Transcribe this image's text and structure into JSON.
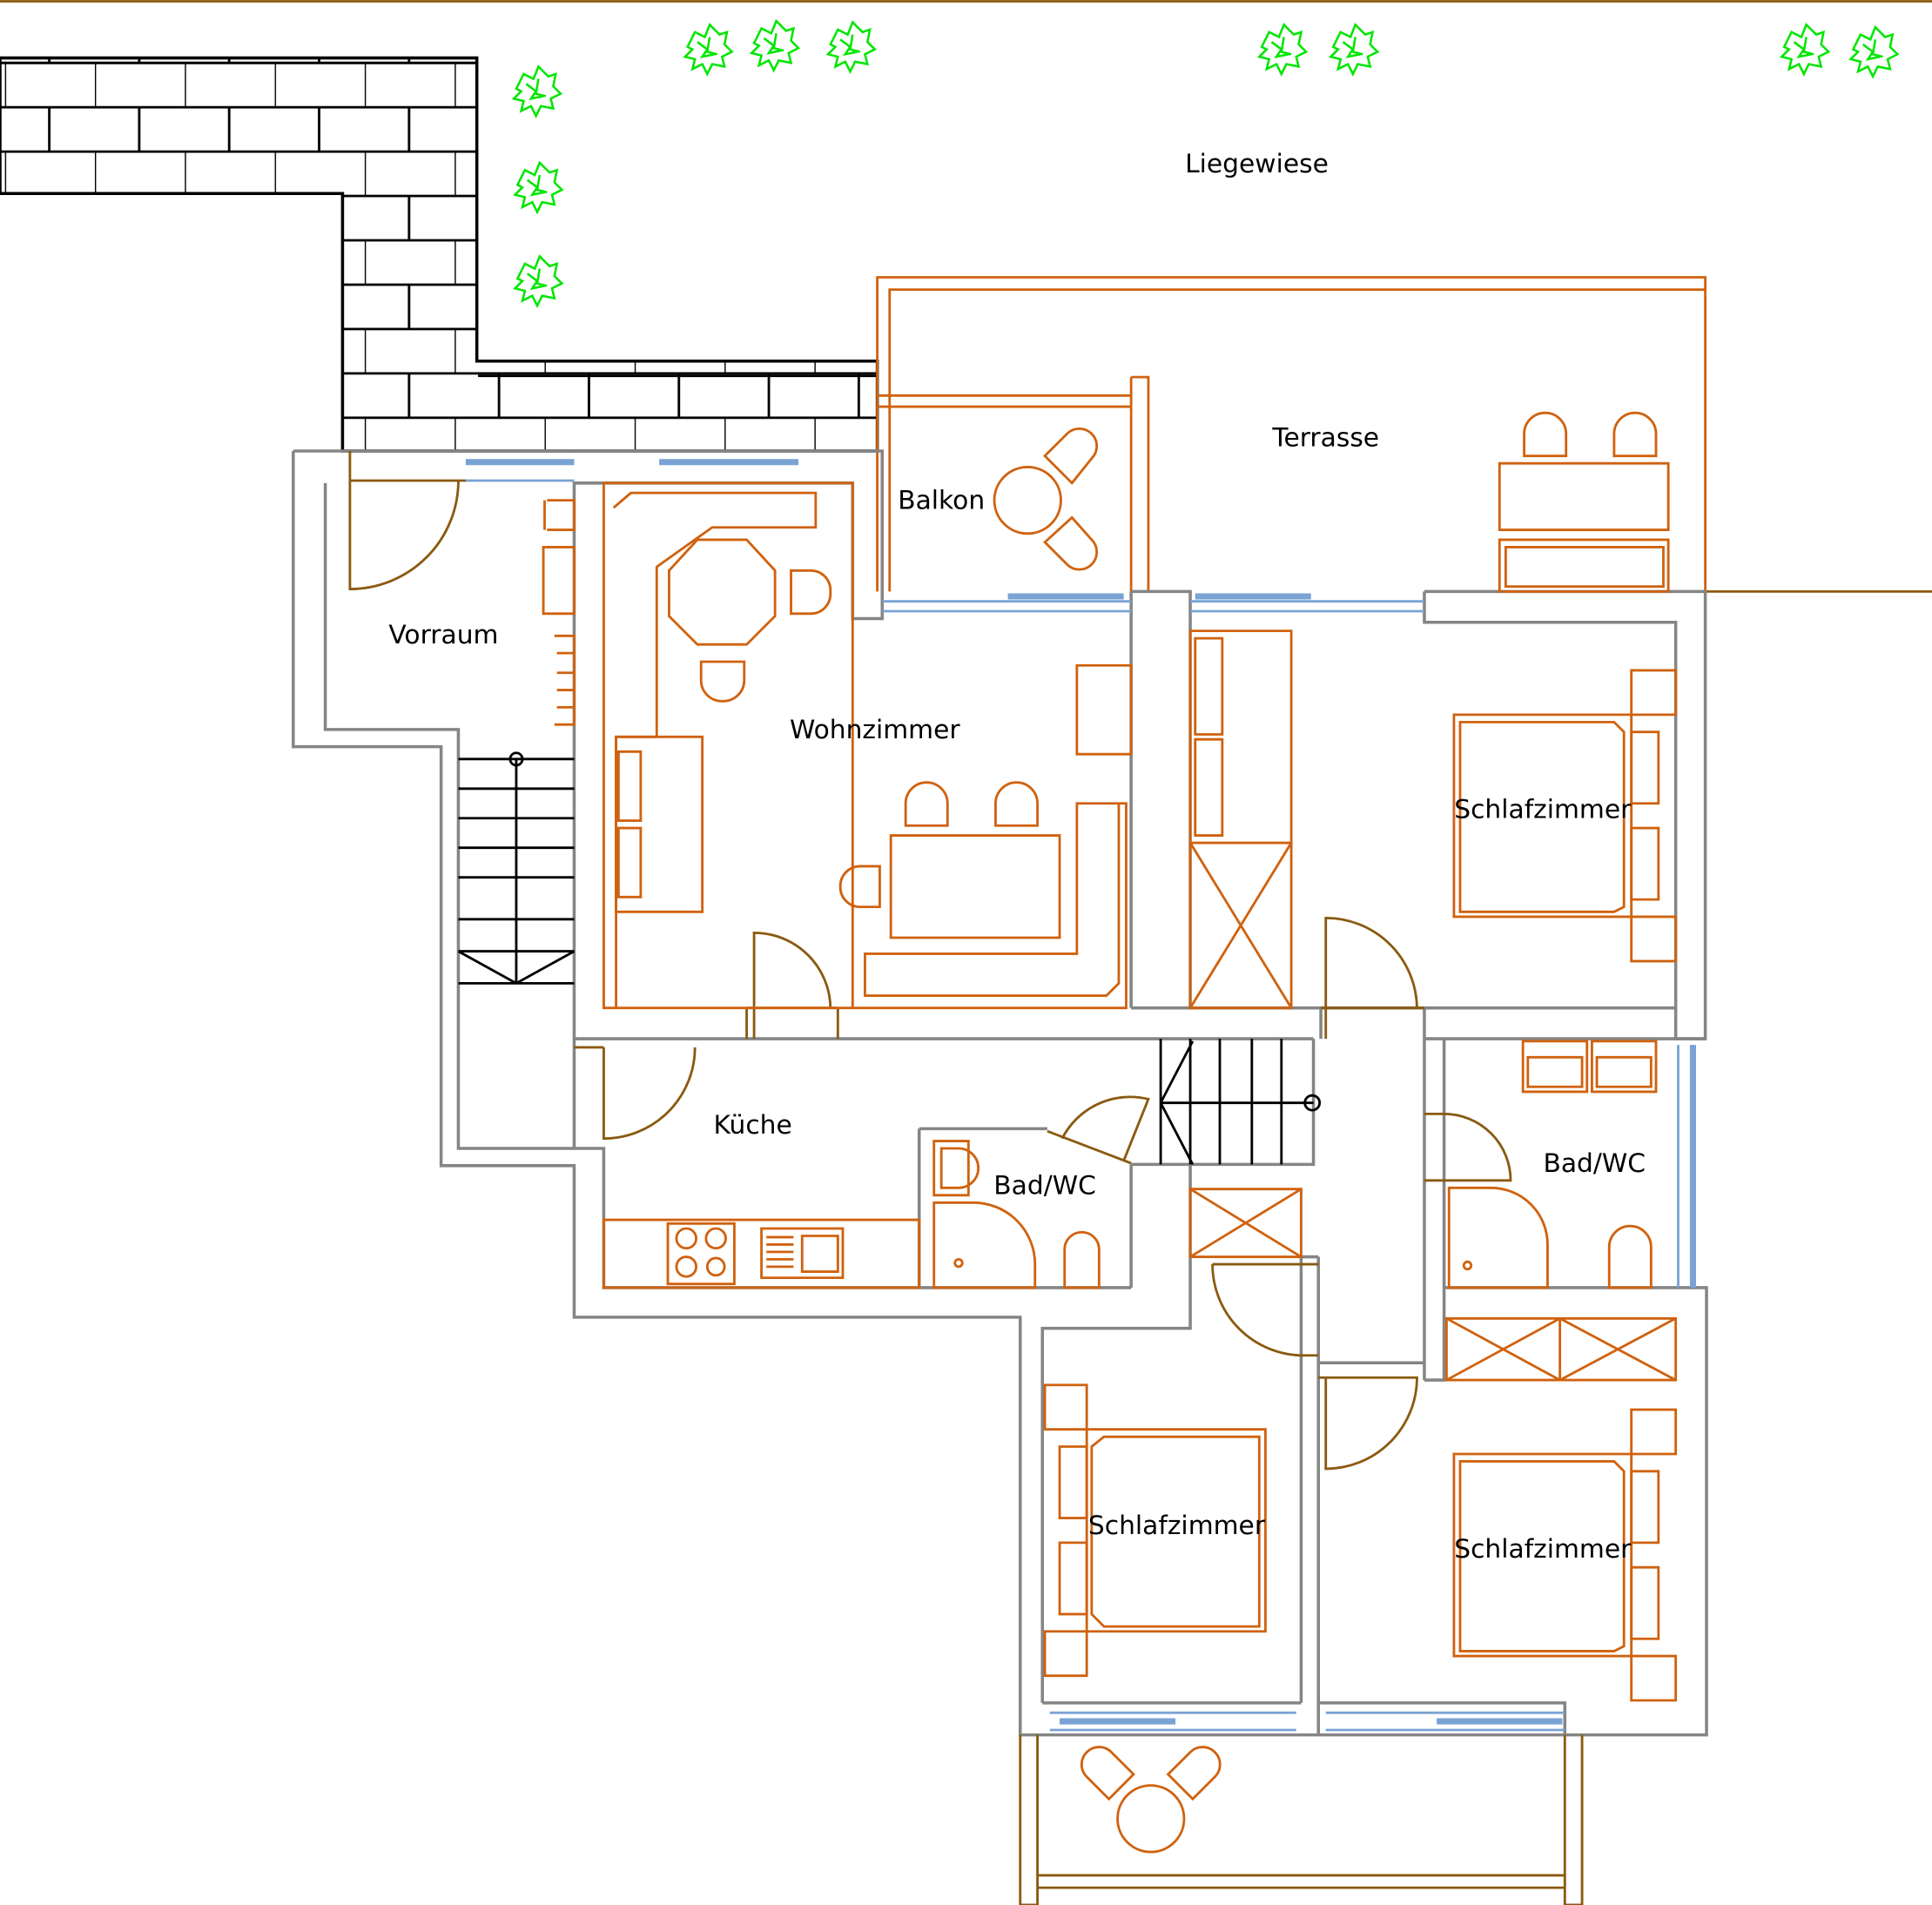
{
  "title": "Floor plan",
  "rooms": {
    "liegewiese": "Liegewiese",
    "terrasse": "Terrasse",
    "balkon": "Balkon",
    "vorraum": "Vorraum",
    "wohnzimmer": "Wohnzimmer",
    "schlafzimmer_1": "Schlafzimmer",
    "schlafzimmer_2": "Schlafzimmer",
    "schlafzimmer_3": "Schlafzimmer",
    "kueche": "Küche",
    "bad_1": "Bad/WC",
    "bad_2": "Bad/WC"
  },
  "colors": {
    "walls": "#858585",
    "furniture": "#d0620f",
    "doors": "#8a5a10",
    "windows": "#7aa2d4",
    "trees": "#00e600",
    "paving": "#000000"
  }
}
